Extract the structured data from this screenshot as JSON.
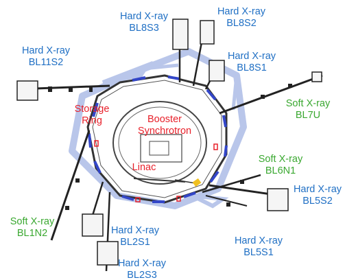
{
  "colors": {
    "hard_xray": "#1f6fc4",
    "soft_xray": "#3aa830",
    "facility": "#e8202a",
    "shield": "#b9c6ea",
    "magnet_blue": "#3346c8",
    "line": "#222222",
    "highlight": "#f0c020"
  },
  "labels": {
    "bl8s3": {
      "line1": "Hard X-ray",
      "line2": "BL8S3"
    },
    "bl8s2": {
      "line1": "Hard X-ray",
      "line2": "BL8S2"
    },
    "bl11s2": {
      "line1": "Hard X-ray",
      "line2": "BL11S2"
    },
    "bl8s1": {
      "line1": "Hard X-ray",
      "line2": "BL8S1"
    },
    "bl7u": {
      "line1": "Soft X-ray",
      "line2": "BL7U"
    },
    "bl6n1": {
      "line1": "Soft X-ray",
      "line2": "BL6N1"
    },
    "bl5s2": {
      "line1": "Hard X-ray",
      "line2": "BL5S2"
    },
    "bl5s1": {
      "line1": "Hard X-ray",
      "line2": "BL5S1"
    },
    "bl1n2": {
      "line1": "Soft X-ray",
      "line2": "BL1N2"
    },
    "bl2s1": {
      "line1": "Hard X-ray",
      "line2": "BL2S1"
    },
    "bl2s3": {
      "line1": "Hard X-ray",
      "line2": "BL2S3"
    },
    "storage_ring": {
      "line1": "Storage",
      "line2": "Ring"
    },
    "booster": {
      "line1": "Booster",
      "line2": "Synchrotron"
    },
    "linac": {
      "line1": "Linac"
    }
  }
}
